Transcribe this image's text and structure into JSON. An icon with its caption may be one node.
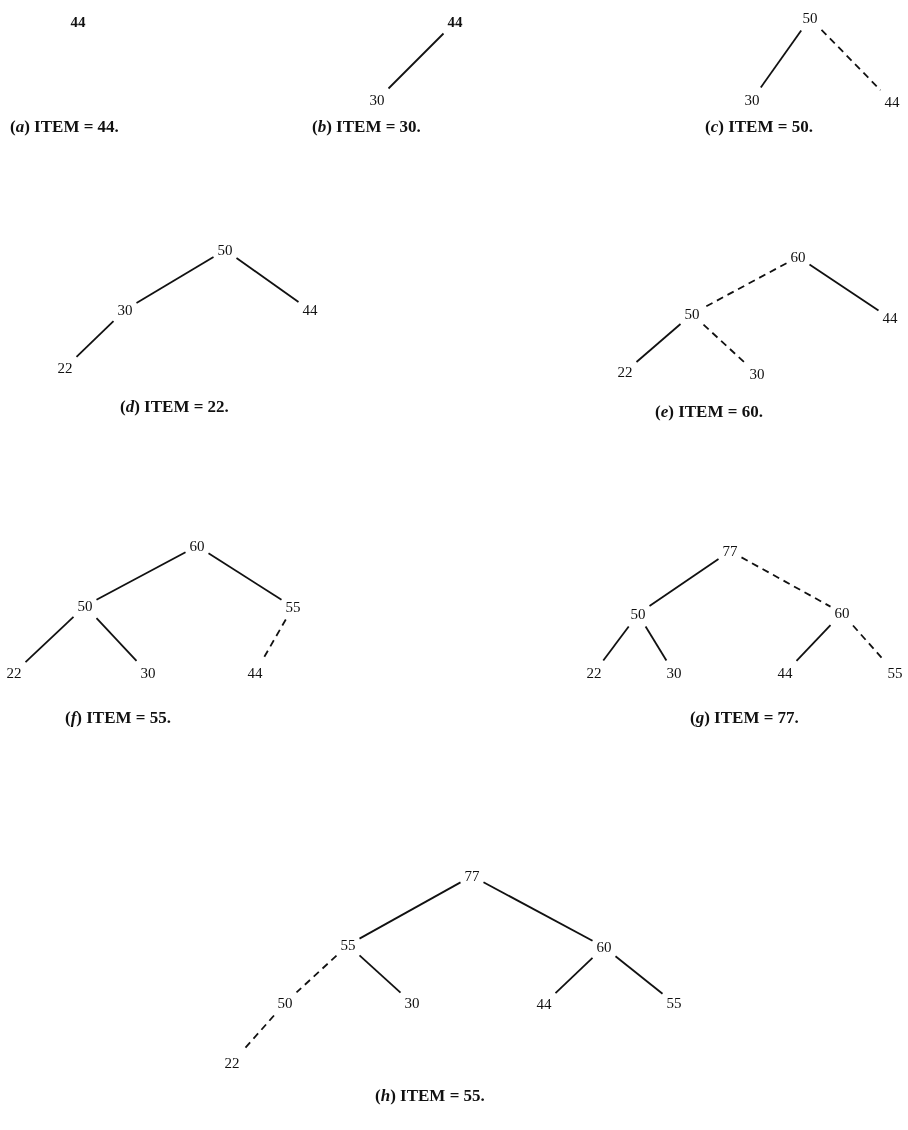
{
  "diagram": {
    "nodes": [
      {
        "text": [
          "44"
        ]
      },
      {
        "text": [
          "44"
        ]
      },
      {
        "text": [
          "30"
        ]
      },
      {
        "text": [
          "50"
        ]
      },
      {
        "text": [
          "30"
        ]
      },
      {
        "text": [
          "44"
        ]
      },
      {
        "text": [
          "50"
        ]
      },
      {
        "text": [
          "30"
        ]
      },
      {
        "text": [
          "44"
        ]
      },
      {
        "text": [
          "22"
        ]
      },
      {
        "text": [
          "60"
        ]
      },
      {
        "text": [
          "50"
        ]
      },
      {
        "text": [
          "44"
        ]
      },
      {
        "text": [
          "22"
        ]
      },
      {
        "text": [
          "30"
        ]
      },
      {
        "text": [
          "60"
        ]
      },
      {
        "text": [
          "50"
        ]
      },
      {
        "text": [
          "55"
        ]
      },
      {
        "text": [
          "22"
        ]
      },
      {
        "text": [
          "30"
        ]
      },
      {
        "text": [
          "44"
        ]
      },
      {
        "text": [
          "77"
        ]
      },
      {
        "text": [
          "50"
        ]
      },
      {
        "text": [
          "60"
        ]
      },
      {
        "text": [
          "22"
        ]
      },
      {
        "text": [
          "30"
        ]
      },
      {
        "text": [
          "44"
        ]
      },
      {
        "text": [
          "55"
        ]
      },
      {
        "text": [
          "77"
        ]
      },
      {
        "text": [
          "55"
        ]
      },
      {
        "text": [
          "60"
        ]
      },
      {
        "text": [
          "50"
        ]
      },
      {
        "text": [
          "30"
        ]
      },
      {
        "text": [
          "44"
        ]
      },
      {
        "text": [
          "55"
        ]
      },
      {
        "text": [
          "22"
        ]
      }
    ],
    "edges": [
      {
        "from": 1,
        "to": 2,
        "arrow": "none"
      },
      {
        "from": 3,
        "to": 4,
        "arrow": "none"
      },
      {
        "from": 3,
        "to": 5,
        "arrow": "none",
        "style": "dashed"
      },
      {
        "from": 6,
        "to": 7,
        "arrow": "none"
      },
      {
        "from": 6,
        "to": 8,
        "arrow": "none"
      },
      {
        "from": 7,
        "to": 9,
        "arrow": "none"
      },
      {
        "from": 10,
        "to": 11,
        "arrow": "none",
        "style": "dashed"
      },
      {
        "from": 10,
        "to": 12,
        "arrow": "none"
      },
      {
        "from": 11,
        "to": 13,
        "arrow": "none"
      },
      {
        "from": 11,
        "to": 14,
        "arrow": "none",
        "style": "dashed"
      },
      {
        "from": 15,
        "to": 16,
        "arrow": "none"
      },
      {
        "from": 15,
        "to": 17,
        "arrow": "none"
      },
      {
        "from": 16,
        "to": 18,
        "arrow": "none"
      },
      {
        "from": 16,
        "to": 19,
        "arrow": "none"
      },
      {
        "from": 17,
        "to": 20,
        "arrow": "none",
        "style": "dashed"
      },
      {
        "from": 21,
        "to": 22,
        "arrow": "none"
      },
      {
        "from": 21,
        "to": 23,
        "arrow": "none",
        "style": "dashed"
      },
      {
        "from": 22,
        "to": 24,
        "arrow": "none"
      },
      {
        "from": 22,
        "to": 25,
        "arrow": "none"
      },
      {
        "from": 23,
        "to": 26,
        "arrow": "none"
      },
      {
        "from": 23,
        "to": 27,
        "arrow": "none",
        "style": "dashed"
      },
      {
        "from": 28,
        "to": 29,
        "arrow": "none"
      },
      {
        "from": 28,
        "to": 30,
        "arrow": "none"
      },
      {
        "from": 29,
        "to": 31,
        "arrow": "none",
        "style": "dashed"
      },
      {
        "from": 29,
        "to": 32,
        "arrow": "none"
      },
      {
        "from": 30,
        "to": 33,
        "arrow": "none"
      },
      {
        "from": 30,
        "to": 34,
        "arrow": "none"
      },
      {
        "from": 31,
        "to": 35,
        "arrow": "none",
        "style": "dashed"
      }
    ],
    "labels": [
      "(*a*) ITEM = 44.",
      "(*b*) ITEM = 30.",
      "(*c*) ITEM = 50.",
      "(*d*) ITEM = 22.",
      "(*e*) ITEM = 60.",
      "(*f*) ITEM = 55.",
      "(*g*) ITEM = 77.",
      "(*h*) ITEM = 55."
    ]
  }
}
